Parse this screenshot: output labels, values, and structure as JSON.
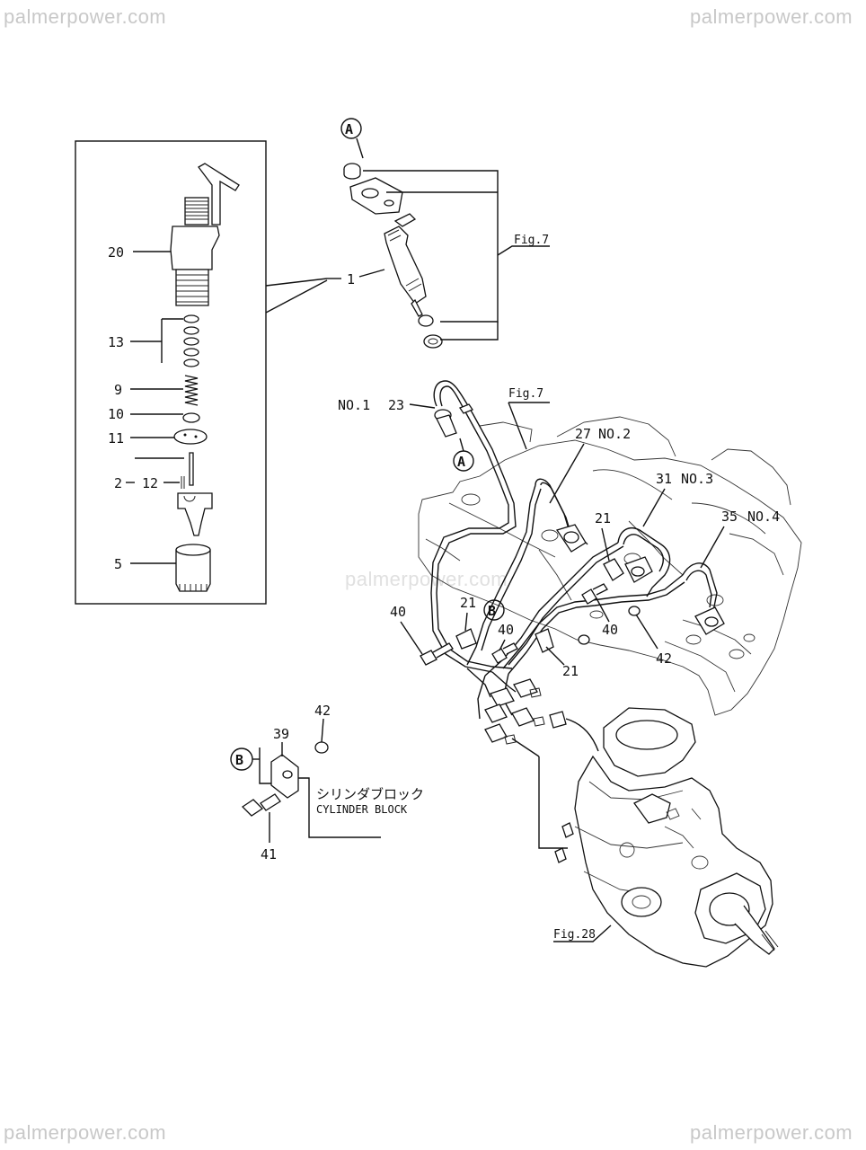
{
  "watermark": {
    "top_left": "palmerpower.com",
    "top_right": "palmerpower.com",
    "bottom_left": "palmerpower.com",
    "bottom_right": "palmerpower.com",
    "center": "palmerpower.com"
  },
  "callouts": {
    "a_top": "A",
    "a_mid": "A",
    "b_pipe": "B",
    "b_bracket": "B"
  },
  "refs": {
    "fig7_top": "Fig.7",
    "fig7_mid": "Fig.7",
    "fig28": "Fig.28"
  },
  "cylinders": {
    "no1": "NO.1",
    "no2": "NO.2",
    "no3": "NO.3",
    "no4": "NO.4"
  },
  "labels": {
    "p20": "20",
    "p1": "1",
    "p13": "13",
    "p9": "9",
    "p10": "10",
    "p11": "11",
    "p2": "2",
    "p12": "12",
    "p5": "5",
    "p23": "23",
    "p27": "27",
    "p31": "31",
    "p35": "35",
    "p21_a": "21",
    "p21_b": "21",
    "p21_c": "21",
    "p40_a": "40",
    "p40_b": "40",
    "p40_c": "40",
    "p42_a": "42",
    "p42_b": "42",
    "p39": "39",
    "p41": "41"
  },
  "cylinder_block": {
    "jp": "シリンダブロック",
    "en": "CYLINDER BLOCK"
  }
}
